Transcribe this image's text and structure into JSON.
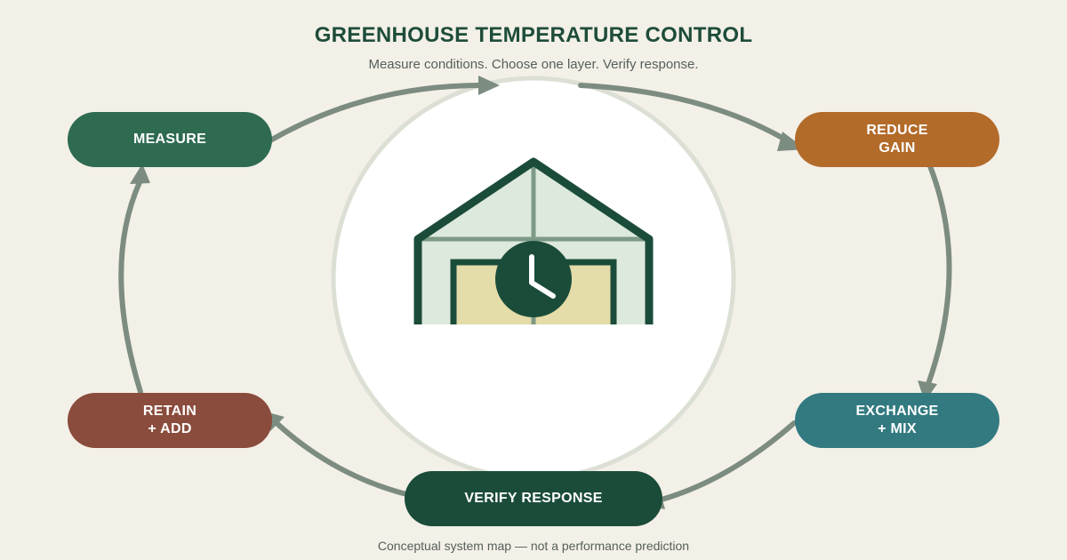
{
  "header": {
    "title": "GREENHOUSE TEMPERATURE CONTROL",
    "subtitle": "Measure conditions. Choose one layer. Verify response."
  },
  "nodes": {
    "measure": {
      "lines": [
        "MEASURE"
      ],
      "color": "#2e6b51"
    },
    "reduce": {
      "lines": [
        "REDUCE",
        "GAIN"
      ],
      "color": "#b36b2a"
    },
    "exchange": {
      "lines": [
        "EXCHANGE",
        "+ MIX"
      ],
      "color": "#327a80"
    },
    "verify": {
      "lines": [
        "VERIFY RESPONSE"
      ],
      "color": "#1b4c3a"
    },
    "retain": {
      "lines": [
        "RETAIN",
        "+ ADD"
      ],
      "color": "#8a4c3c"
    }
  },
  "colors": {
    "background": "#f3f0e8",
    "arrow": "#7d8c80",
    "dark_green": "#1b4c3a",
    "glass": "#dde9dc",
    "bench": "#e4dca9"
  },
  "icons": {
    "center": "greenhouse-clock-icon"
  },
  "footer": {
    "note": "Conceptual system map — not a performance prediction"
  }
}
